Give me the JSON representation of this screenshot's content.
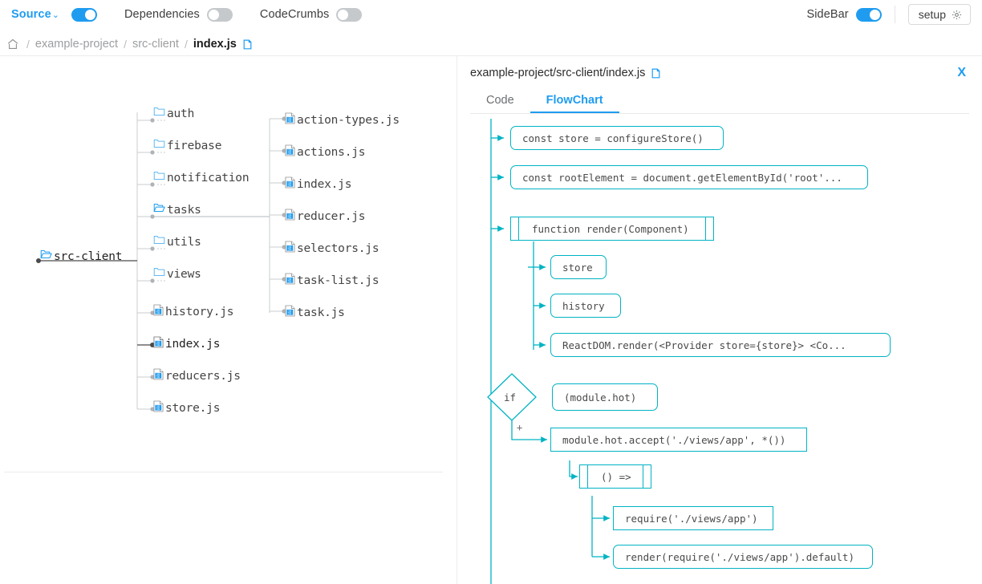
{
  "toolbar": {
    "left_items": [
      {
        "label": "Source",
        "has_chevron": true,
        "chevron": "⌄",
        "active": true,
        "toggle_on": true,
        "icon": "chevron-down-icon"
      },
      {
        "label": "Dependencies",
        "has_chevron": false,
        "chevron": "",
        "active": false,
        "toggle_on": false,
        "icon": ""
      },
      {
        "label": "CodeCrumbs",
        "has_chevron": false,
        "chevron": "",
        "active": false,
        "toggle_on": false,
        "icon": ""
      }
    ],
    "sidebar_label": "SideBar",
    "sidebar_toggle_on": true,
    "setup_label": "setup",
    "setup_icon": "gear-icon"
  },
  "breadcrumb": {
    "home_icon": "home-icon",
    "separator": "/",
    "segments": [
      {
        "label": "example-project",
        "current": false
      },
      {
        "label": "src-client",
        "current": false
      },
      {
        "label": "index.js",
        "current": true
      }
    ],
    "copy_icon": "copy-icon"
  },
  "tree": {
    "root": {
      "label": "src-client",
      "icon": "folder-open-icon",
      "selected": true
    },
    "level1": [
      {
        "label": "auth",
        "icon": "folder-closed-icon",
        "type": "folder",
        "expanded": false
      },
      {
        "label": "firebase",
        "icon": "folder-closed-icon",
        "type": "folder",
        "expanded": false
      },
      {
        "label": "notification",
        "icon": "folder-closed-icon",
        "type": "folder",
        "expanded": false
      },
      {
        "label": "tasks",
        "icon": "folder-open-icon",
        "type": "folder",
        "expanded": true
      },
      {
        "label": "utils",
        "icon": "folder-closed-icon",
        "type": "folder",
        "expanded": false
      },
      {
        "label": "views",
        "icon": "folder-closed-icon",
        "type": "folder",
        "expanded": false
      },
      {
        "label": "history.js",
        "icon": "js-file-icon",
        "type": "file",
        "expanded": false
      },
      {
        "label": "index.js",
        "icon": "js-file-icon",
        "type": "file",
        "expanded": false,
        "selected": true
      },
      {
        "label": "reducers.js",
        "icon": "js-file-icon",
        "type": "file",
        "expanded": false
      },
      {
        "label": "store.js",
        "icon": "js-file-icon",
        "type": "file",
        "expanded": false
      }
    ],
    "level2": [
      {
        "label": "action-types.js",
        "icon": "js-file-icon",
        "type": "file"
      },
      {
        "label": "actions.js",
        "icon": "js-file-icon",
        "type": "file"
      },
      {
        "label": "index.js",
        "icon": "js-file-icon",
        "type": "file"
      },
      {
        "label": "reducer.js",
        "icon": "js-file-icon",
        "type": "file"
      },
      {
        "label": "selectors.js",
        "icon": "js-file-icon",
        "type": "file"
      },
      {
        "label": "task-list.js",
        "icon": "js-file-icon",
        "type": "file"
      },
      {
        "label": "task.js",
        "icon": "js-file-icon",
        "type": "file"
      }
    ]
  },
  "sidebar": {
    "path": "example-project/src-client/index.js",
    "copy_icon": "copy-icon",
    "close_label": "X",
    "tabs": [
      {
        "label": "Code",
        "active": false
      },
      {
        "label": "FlowChart",
        "active": true
      }
    ]
  },
  "flowchart": {
    "nodes": [
      {
        "id": "n1",
        "text": "const store = configureStore()",
        "shape": "rounded"
      },
      {
        "id": "n2",
        "text": "const rootElement = document.getElementById('root'...",
        "shape": "rounded"
      },
      {
        "id": "n3",
        "text": "function render(Component)",
        "shape": "subroutine"
      },
      {
        "id": "n4",
        "text": "store",
        "shape": "rounded"
      },
      {
        "id": "n5",
        "text": "history",
        "shape": "rounded"
      },
      {
        "id": "n6",
        "text": "ReactDOM.render(<Provider store={store}> <Co...",
        "shape": "rounded"
      },
      {
        "id": "n7",
        "text": "if",
        "shape": "diamond"
      },
      {
        "id": "n8",
        "text": "(module.hot)",
        "shape": "rounded"
      },
      {
        "id": "n9",
        "text": "module.hot.accept('./views/app', *())",
        "shape": "square"
      },
      {
        "id": "n10",
        "text": "() =>",
        "shape": "subroutine"
      },
      {
        "id": "n11",
        "text": "require('./views/app')",
        "shape": "square"
      },
      {
        "id": "n12",
        "text": "render(require('./views/app').default)",
        "shape": "rounded"
      }
    ],
    "branch_label": "+",
    "accent_color": "#00b3c4"
  },
  "colors": {
    "accent_blue": "#1f9cf0",
    "flow_teal": "#00b3c4",
    "text_dark": "#3d3d3d",
    "text_muted": "#9b9ea1",
    "rule": "#ececec"
  }
}
